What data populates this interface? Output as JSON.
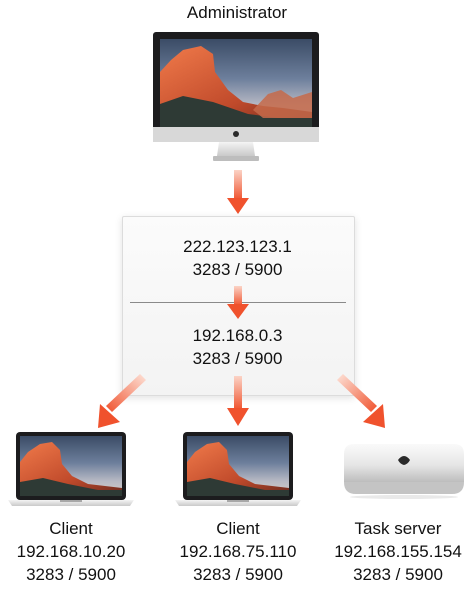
{
  "admin": {
    "label": "Administrator",
    "device_icon": "imac-icon"
  },
  "router": {
    "public_ip": "222.123.123.1",
    "public_ports": "3283 / 5900",
    "private_ip": "192.168.0.3",
    "private_ports": "3283 / 5900"
  },
  "clients": [
    {
      "label": "Client",
      "ip": "192.168.10.20",
      "ports": "3283 / 5900",
      "device_icon": "macbook-icon"
    },
    {
      "label": "Client",
      "ip": "192.168.75.110",
      "ports": "3283 / 5900",
      "device_icon": "macbook-icon"
    },
    {
      "label": "Task server",
      "ip": "192.168.155.154",
      "ports": "3283 / 5900",
      "device_icon": "mac-mini-icon"
    }
  ],
  "colors": {
    "arrow": "#f0522d",
    "arrow_light": "#fbd3c6"
  }
}
